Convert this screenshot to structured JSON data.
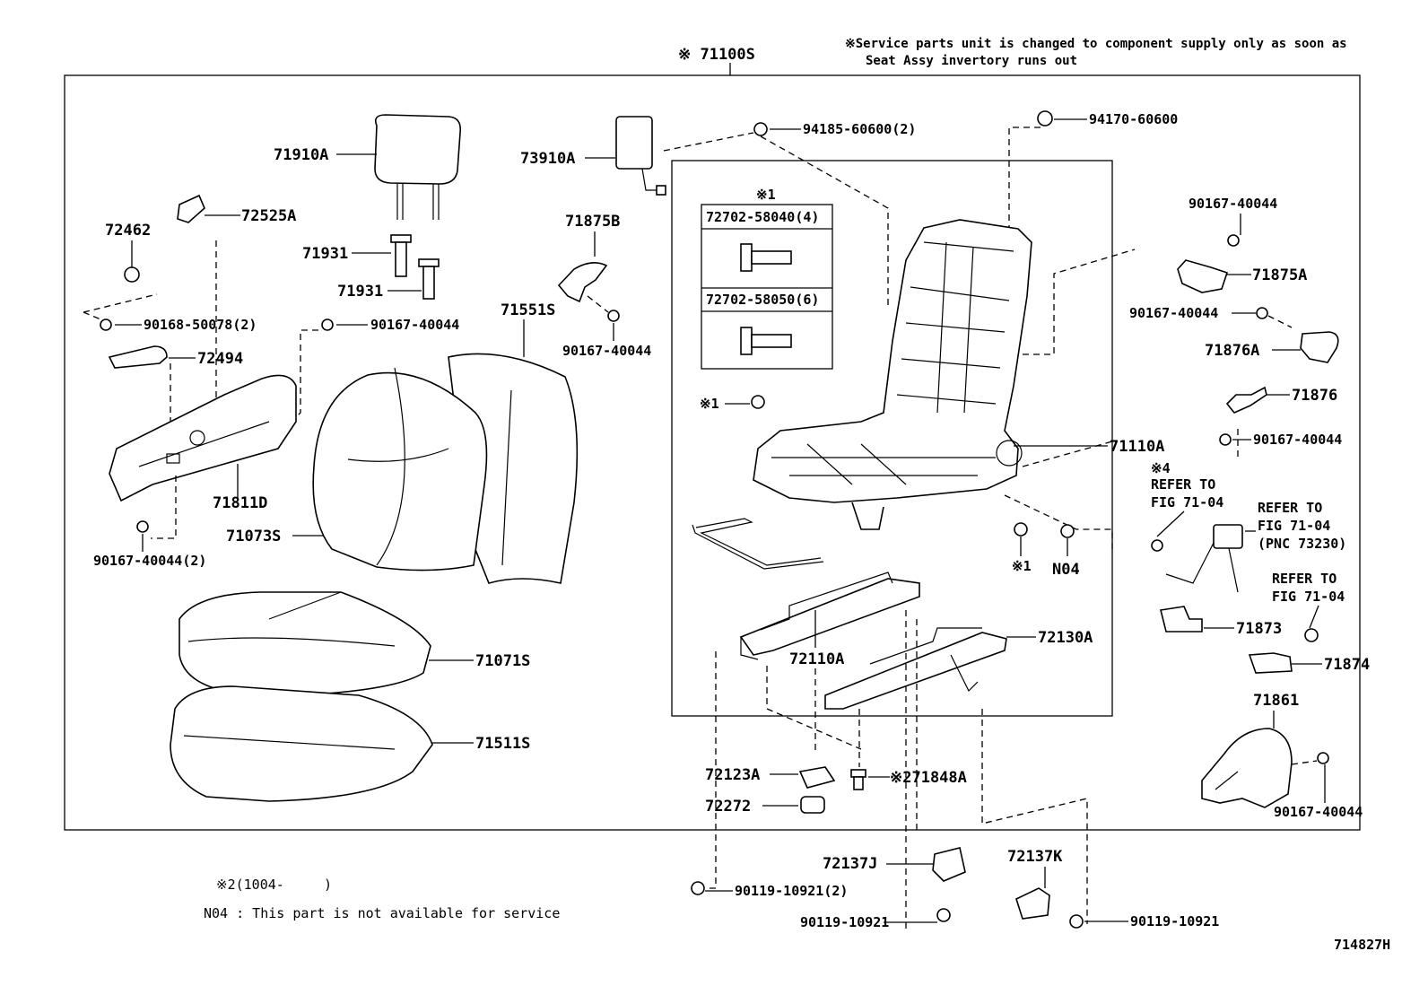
{
  "header": {
    "assy_code": "※ 71100S",
    "service_note_line1": "※Service parts unit is changed to component supply only as soon as",
    "service_note_line2": "Seat Assy invertory runs out"
  },
  "kit": {
    "title": "※1",
    "part_a": "72702-58040(4)",
    "part_b": "72702-58050(6)"
  },
  "labels": {
    "p71910A": "71910A",
    "p72525A": "72525A",
    "p72462": "72462",
    "p71931a": "71931",
    "p71931b": "71931",
    "p90168": "90168-50078(2)",
    "p90167_left": "90167-40044",
    "p72494": "72494",
    "p71811D": "71811D",
    "p90167_left2": "90167-40044(2)",
    "p71073S": "71073S",
    "p71551S": "71551S",
    "p71071S": "71071S",
    "p71511S": "71511S",
    "p73910A": "73910A",
    "p71875B": "71875B",
    "p90167_mid": "90167-40044",
    "p94185": "94185-60600(2)",
    "p94170": "94170-60600",
    "star1a": "※1",
    "star1b": "※1",
    "pN04": "N04",
    "p72110A": "72110A",
    "p72130A": "72130A",
    "p72123A": "72123A",
    "p71848A": "※271848A",
    "p72272": "72272",
    "p72137J": "72137J",
    "p72137K": "72137K",
    "p90119_a": "90119-10921(2)",
    "p90119_b": "90119-10921",
    "p90119_c": "90119-10921",
    "p90167_r1": "90167-40044",
    "p71875A": "71875A",
    "p90167_r2": "90167-40044",
    "p71876A": "71876A",
    "p71876": "71876",
    "p90167_r3": "90167-40044",
    "p71110A": "71110A",
    "star4": "※4",
    "refer1_l1": "REFER TO",
    "refer1_l2": "FIG 71-04",
    "refer2_l1": "REFER TO",
    "refer2_l2": "FIG 71-04",
    "refer2_l3": "(PNC 73230)",
    "refer3_l1": "REFER TO",
    "refer3_l2": "FIG 71-04",
    "p71873": "71873",
    "p71874": "71874",
    "p71861": "71861",
    "p90167_r4": "90167-40044"
  },
  "footer": {
    "note2_mark": "※2(1004-",
    "note2_close": ")",
    "n04_note": "N04 : This part is not available for service",
    "drawing_id": "714827H"
  }
}
